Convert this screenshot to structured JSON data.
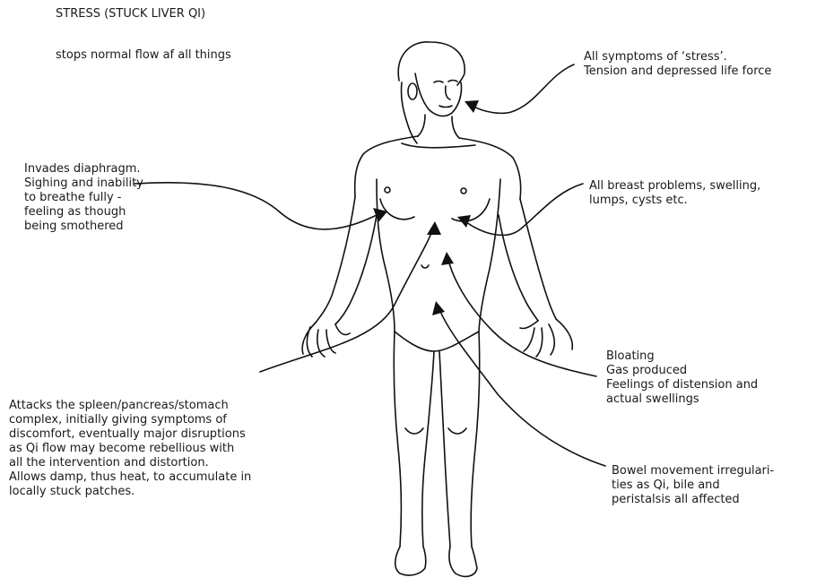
{
  "title": "STRESS (STUCK LIVER QI)",
  "subtitle": "stops normal flow af all things",
  "annotations": {
    "stress": "All symptoms of ‘stress’.\nTension and depressed life force",
    "diaphragm": "Invades diaphragm.\nSighing and inability\nto breathe fully -\nfeeling as though\nbeing smothered",
    "breast": "All breast problems, swelling,\nlumps, cysts etc.",
    "bloating": "Bloating\nGas produced\nFeelings of distension and\nactual swellings",
    "spleen": "Attacks the spleen/pancreas/stomach\ncomplex, initially giving symptoms of\ndiscomfort, eventually major disruptions\nas Qi flow may become rebellious with\nall the intervention and distortion.\nAllows damp, thus heat, to accumulate in\nlocally stuck patches.",
    "bowel": "Bowel movement irregulari-\nties as Qi, bile and\nperistalsis all affected"
  }
}
